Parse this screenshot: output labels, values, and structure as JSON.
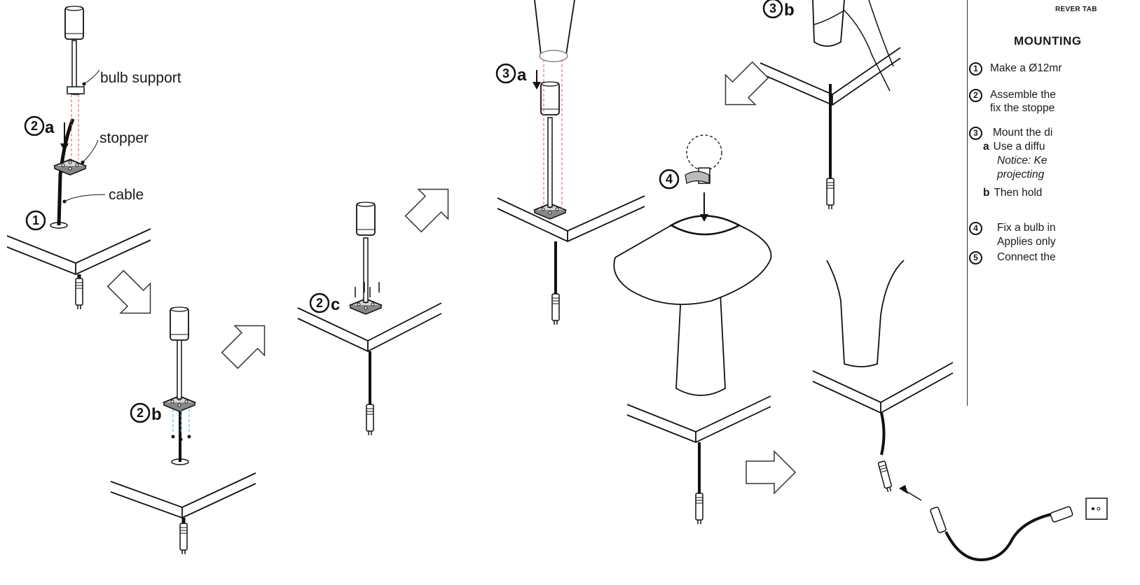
{
  "labels": {
    "bulb_support": "bulb support",
    "stopper": "stopper",
    "cable": "cable"
  },
  "steps": {
    "s1": "1",
    "s2a_num": "2",
    "s2a_letter": "a",
    "s2b_num": "2",
    "s2b_letter": "b",
    "s2c_num": "2",
    "s2c_letter": "c",
    "s3a_num": "3",
    "s3a_letter": "a",
    "s3b_num": "3",
    "s3b_letter": "b",
    "s4": "4"
  },
  "panel": {
    "doc_title": "REVER TAB",
    "section_title": "MOUNTING",
    "item1": {
      "num": "1",
      "text": "Make a Ø12mr"
    },
    "item2": {
      "num": "2",
      "line1": "Assemble the",
      "line2": "fix the stoppe"
    },
    "item3": {
      "num": "3",
      "text": "Mount the di",
      "a_letter": "a",
      "a_text": "Use a diffu",
      "a_note1": "Notice: Ke",
      "a_note2": "projecting",
      "b_letter": "b",
      "b_text": "Then hold"
    },
    "item4": {
      "num": "4",
      "line1": "Fix a bulb in",
      "line2": "Applies only"
    },
    "item5": {
      "num": "5",
      "text": "Connect the"
    }
  },
  "colors": {
    "ink": "#111111",
    "guide_red": "#e05555",
    "guide_blue": "#3ab5d6",
    "cable": "#1a1a1a"
  }
}
